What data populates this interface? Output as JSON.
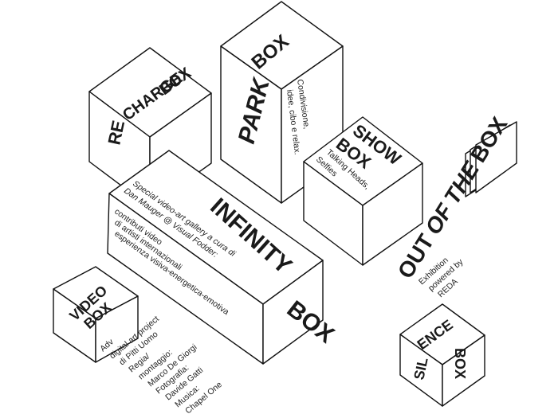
{
  "recharge_box": {
    "title_part1": "RE",
    "title_part2": "CHARGE",
    "title_box": "BOX"
  },
  "park_box": {
    "title_park": "PARK",
    "title_box": "BOX",
    "desc_lines": [
      "Condivisione,",
      "idee, cibo e relax."
    ]
  },
  "show_box": {
    "title_show": "SHOW",
    "title_box": "BOX",
    "desc_lines": [
      "Talking Heads,",
      "Selfies"
    ]
  },
  "infinity_box": {
    "title_infinity": "INFINITY",
    "title_box": "BOX",
    "top_lines": [
      "Special video-art gallery a cura di",
      "Dan Mauger @ Visual Fodder:"
    ],
    "front_lines": [
      "contributi video",
      "di artisti internazionali",
      "esperienza visiva-energetica-emotiva"
    ]
  },
  "video_box": {
    "title_video": "VIDEO",
    "title_box": "BOX",
    "credits": [
      "Adv",
      "digital art project",
      "di Pitti Uomo",
      "Regia/",
      "montaggio:",
      "Marco De Giorgi",
      "Fotografia:",
      "Davide Gatti",
      "Musica:",
      "Chapel One"
    ]
  },
  "out_of_the_box": {
    "word_out": "OUT",
    "word_of": "OF",
    "word_the": "THE",
    "word_box": "BOX",
    "sub_lines": [
      "Exhibition",
      "powered by",
      "REDA"
    ]
  },
  "silence_box": {
    "part_sil": "SIL",
    "part_ence": "ENCE",
    "part_box": "BOX"
  }
}
